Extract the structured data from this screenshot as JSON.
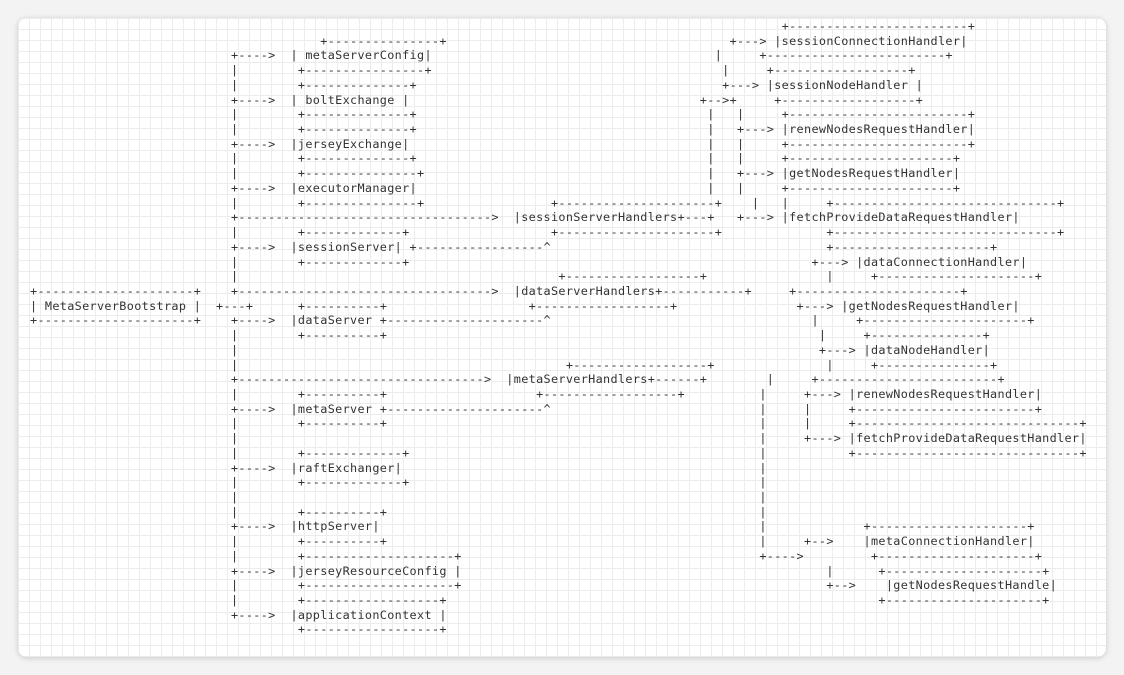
{
  "diagram": {
    "lines": [
      "                                                                                                     +------------------------+",
      "                                       +---------------+                                      +---> |sessionConnectionHandler|",
      "                           +---->  | metaServerConfig|                                      |     +------------------------+",
      "                           |        +----------------+                                       |     +------------------+",
      "                           |        +--------------+                                         +---> |sessionNodeHandler |",
      "                           +---->  | boltExchange |                                       +-->+     +------------------+",
      "                           |        +--------------+                                       |   |     +------------------------+",
      "                           |        +--------------+                                       |   +---> |renewNodesRequestHandler|",
      "                           +---->  |jerseyExchange|                                        |   |     +------------------------+",
      "                           |        +--------------+                                       |   |     +----------------------+",
      "                           |        +---------------+                                      |   +---> |getNodesRequestHandler|",
      "                           +---->  |executorManager|                                       |   |     +----------------------+",
      "                           |        +---------------+                 +---------------------+    |   |     +------------------------------+",
      "                           +---------------------------------->  |sessionServerHandlers+---+   +---> |fetchProvideDataRequestHandler|",
      "                           |        +-------------+                   +---------------------+              +------------------------------+",
      "                           +---->  |sessionServer| +-----------------^                                     +---------------------+",
      "                           |        +-------------+                                                      +---> |dataConnectionHandler|",
      "                           |                                           +------------------+                |     +---------------------+",
      "+---------------------+    +---------------------------------->  |dataServerHandlers+-----------+     +----------------------+",
      "| MetaServerBootstrap |  +---+      +----------+                   +------------------+                +---> |getNodesRequestHandler|",
      "+---------------------+    +---->  |dataServer +---------------------^                                   |     +----------------------+",
      "                           |        +----------+                                                          |     +---------------+",
      "                           |                                                                              +---> |dataNodeHandler|",
      "                           |                                            +------------------+               |     +---------------+",
      "                           +--------------------------------->  |metaServerHandlers+------+        |     +------------------------+",
      "                           |        +----------+                    +------------------+          |     +---> |renewNodesRequestHandler|",
      "                           +---->  |metaServer +---------------------^                            |     |     +------------------------+",
      "                           |        +----------+                                                  |     |     +------------------------------+",
      "                           |                                                                      |     +---> |fetchProvideDataRequestHandler|",
      "                           |        +-------------+                                               |           +------------------------------+",
      "                           +---->  |raftExchanger|                                                |",
      "                           |        +-------------+                                               |",
      "                           |                                                                      |",
      "                           |        +----------+                                                  |",
      "                           +---->  |httpServer|                                                   |             +---------------------+",
      "                           |        +----------+                                                  |     +-->    |metaConnectionHandler|",
      "                           |        +--------------------+                                        +---->         +---------------------+",
      "                           +---->  |jerseyResourceConfig |                                                 |      +---------------------+",
      "                           |        +--------------------+                                                 +-->    |getNodesRequestHandle|",
      "                           |        +------------------+                                                          +---------------------+",
      "                           +---->  |applicationContext |",
      "                                    +------------------+"
    ]
  }
}
